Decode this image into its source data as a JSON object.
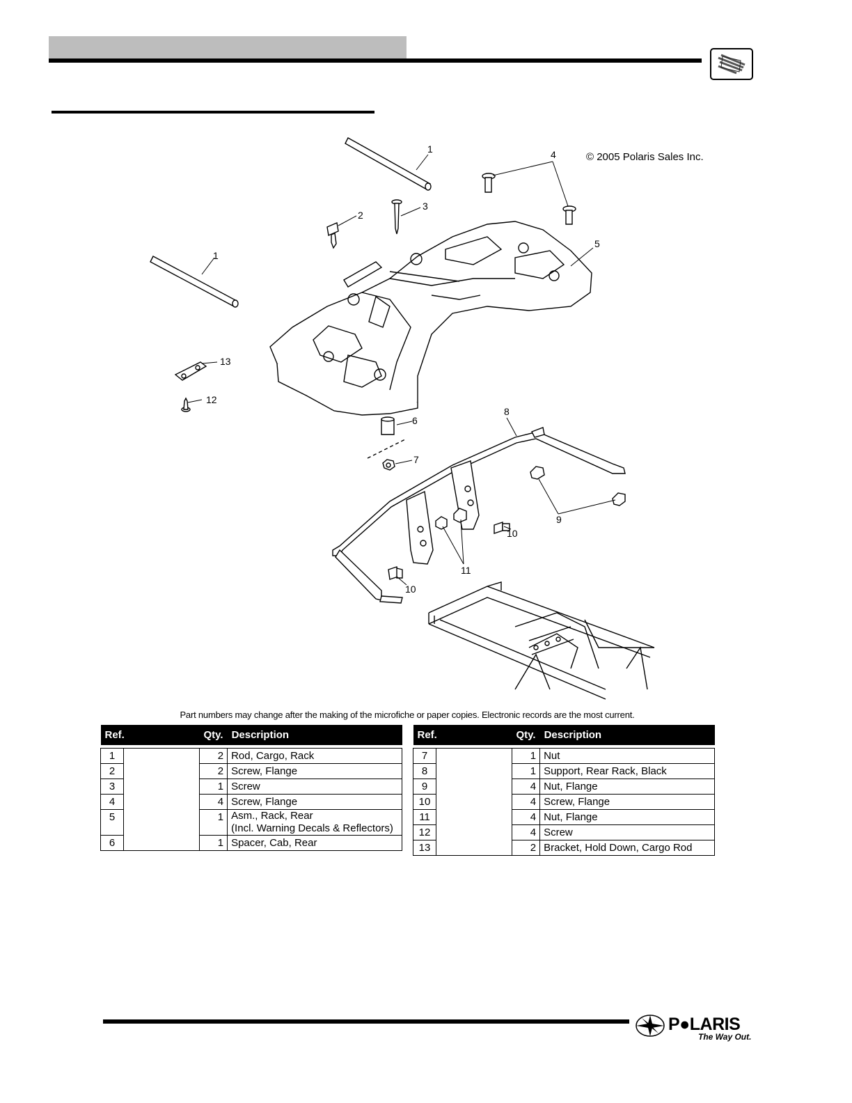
{
  "copyright": "© 2005 Polaris Sales Inc.",
  "note": "Part numbers may change after the making of the microfiche or paper copies.  Electronic records are the most current.",
  "callouts": [
    "1",
    "1",
    "2",
    "3",
    "4",
    "5",
    "6",
    "7",
    "8",
    "9",
    "10",
    "10",
    "11",
    "12",
    "13"
  ],
  "table_headers": {
    "ref": "Ref.",
    "qty": "Qty.",
    "desc": "Description"
  },
  "left_parts": [
    {
      "ref": "1",
      "qty": "2",
      "desc": "Rod, Cargo, Rack"
    },
    {
      "ref": "2",
      "qty": "2",
      "desc": "Screw, Flange"
    },
    {
      "ref": "3",
      "qty": "1",
      "desc": "Screw"
    },
    {
      "ref": "4",
      "qty": "4",
      "desc": "Screw, Flange"
    },
    {
      "ref": "5",
      "qty": "1",
      "desc": "Asm., Rack, Rear\n(Incl. Warning Decals & Reflectors)"
    },
    {
      "ref": "6",
      "qty": "1",
      "desc": "Spacer, Cab, Rear"
    }
  ],
  "right_parts": [
    {
      "ref": "7",
      "qty": "1",
      "desc": "Nut"
    },
    {
      "ref": "8",
      "qty": "1",
      "desc": "Support, Rear Rack, Black"
    },
    {
      "ref": "9",
      "qty": "4",
      "desc": "Nut, Flange"
    },
    {
      "ref": "10",
      "qty": "4",
      "desc": "Screw, Flange"
    },
    {
      "ref": "11",
      "qty": "4",
      "desc": "Nut, Flange"
    },
    {
      "ref": "12",
      "qty": "4",
      "desc": "Screw"
    },
    {
      "ref": "13",
      "qty": "2",
      "desc": "Bracket, Hold Down, Cargo Rod"
    }
  ],
  "logo": {
    "brand": "P●LARIS",
    "tagline": "The Way Out."
  }
}
